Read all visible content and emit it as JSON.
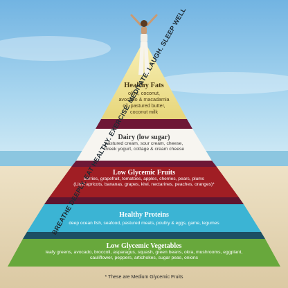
{
  "motto": "BREATHE DEEPLY. EAT HEALTHY. EXERCISE. MEDITATE. LAUGH. SLEEP WELL",
  "colors": {
    "sky": "#8cc3e6",
    "sand": "#e6d7b8",
    "fats": "#f0e49a",
    "dairy": "#f7f5f0",
    "fruits": "#a01e24",
    "proteins": "#3bb4d4",
    "vegetables": "#68a83c",
    "band_shadow": "#6e1736"
  },
  "pyramid": [
    {
      "id": "fats",
      "title": "Healthy Fats",
      "lines": [
        "olive, coconut,",
        "avocado & macadamia",
        "oil, pastured butter,",
        "coconut milk"
      ]
    },
    {
      "id": "dairy",
      "title": "Dairy (low sugar)",
      "lines": [
        "pastured cream, sour cream, cheese,",
        "Greek yogurt, cottage & cream cheese"
      ]
    },
    {
      "id": "fruits",
      "title": "Low Glycemic Fruits",
      "lines": [
        "berries, grapefruit, tomatoes, apples, cherries, pears, plums",
        "(Limit apricots, bananas, grapes, kiwi, nectarines, peaches, oranges)*"
      ]
    },
    {
      "id": "proteins",
      "title": "Healthy Proteins",
      "lines": [
        "deep ocean fish, seafood, pastured meats, poultry & eggs, game, legumes"
      ]
    },
    {
      "id": "vegetables",
      "title": "Low Glycemic Vegetables",
      "lines": [
        "leafy greens, avocado, broccoli, asparagus, squash, green beans, okra, mushrooms, eggplant,",
        "cauliflower, peppers, artichokes, sugar peas, onions"
      ]
    }
  ],
  "footnote": "* These are Medium Glycemic Fruits"
}
